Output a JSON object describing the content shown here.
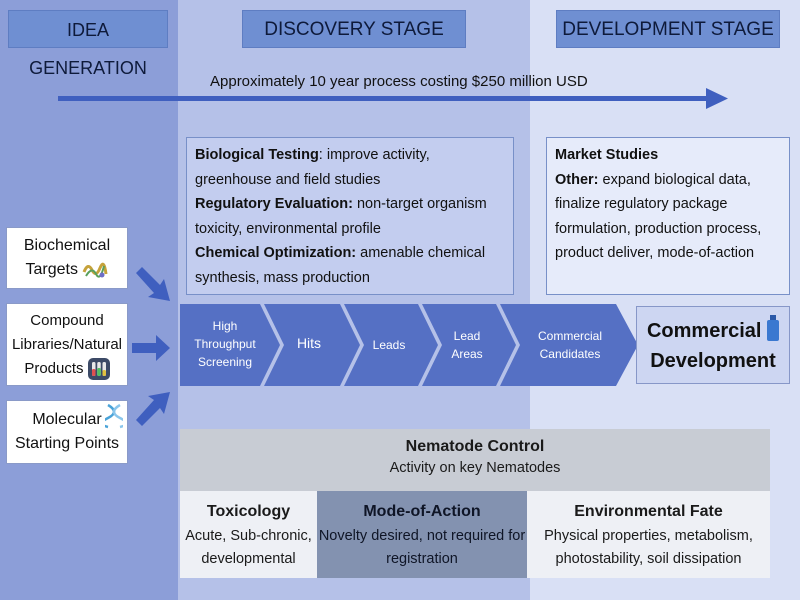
{
  "stages": {
    "idea": "IDEA GENERATION",
    "discovery": "DISCOVERY STAGE",
    "development": "DEVELOPMENT STAGE"
  },
  "timeline": {
    "text": "Approximately 10 year process costing $250 million USD"
  },
  "discovery_box": {
    "bio_label": "Biological Testing",
    "bio_text": ":  improve activity, greenhouse and field studies",
    "reg_label": "Regulatory Evaluation:",
    "reg_text": " non-target organism toxicity, environmental profile",
    "chem_label": "Chemical Optimization:",
    "chem_text": " amenable chemical synthesis, mass production"
  },
  "development_box": {
    "market_label": "Market Studies",
    "other_label": "Other:",
    "other_text": " expand biological data, finalize regulatory package formulation, production process, product deliver, mode-of-action"
  },
  "inputs": {
    "biochem_line1": "Biochemical",
    "biochem_line2": "Targets",
    "compound_line1": "Compound",
    "compound_line2": "Libraries/Natural",
    "compound_line3": "Products",
    "molecular_line1": "Molecular",
    "molecular_line2": "Starting Points"
  },
  "pipeline": {
    "hts": "High Throughput Screening",
    "hits": "Hits",
    "leads": "Leads",
    "lead_areas": "Lead Areas",
    "candidates": "Commercial Candidates",
    "final_line1": "Commercial",
    "final_line2": "Development"
  },
  "nematode": {
    "title": "Nematode Control",
    "subtitle": "Activity on key Nematodes",
    "tox_title": "Toxicology",
    "tox_text": "Acute, Sub-chronic, developmental",
    "moa_title": "Mode-of-Action",
    "moa_text": "Novelty desired, not required for registration",
    "env_title": "Environmental Fate",
    "env_text": "Physical properties, metabolism, photostability, soil dissipation"
  },
  "colors": {
    "idea_band": "#8c9ed8",
    "discovery_band": "#b5c1e8",
    "development_band": "#d9e0f5",
    "header": "#6f8fd2",
    "pipeline": "#5570c4",
    "moa": "#8392b0"
  }
}
